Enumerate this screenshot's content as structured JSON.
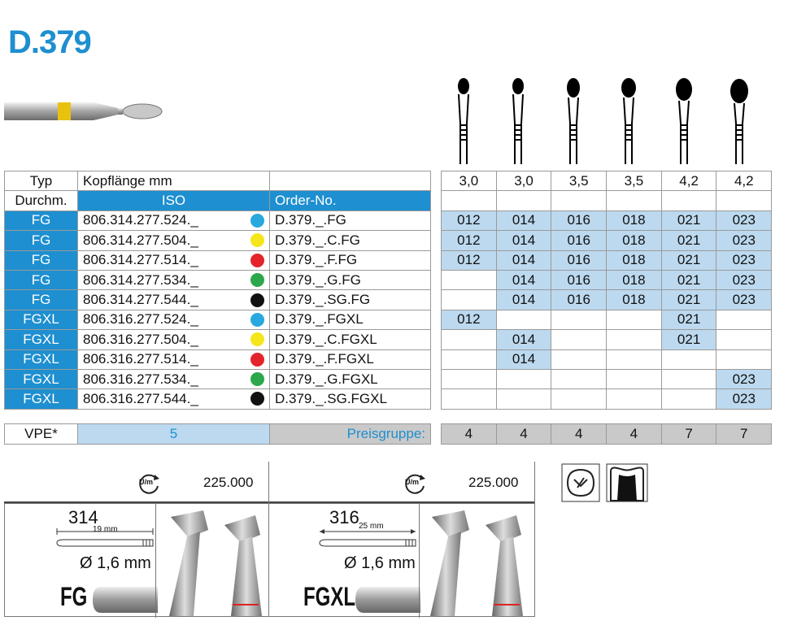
{
  "title": "D.379",
  "table": {
    "header_typ": "Typ",
    "header_kopf": "Kopflänge mm",
    "header_durchm": "Durchm.",
    "header_iso": "ISO",
    "header_order": "Order-No.",
    "kopflaenge": [
      "3,0",
      "3,0",
      "3,5",
      "3,5",
      "4,2",
      "4,2"
    ],
    "rows": [
      {
        "typ": "FG",
        "iso": "806.314.277.524._",
        "color": "#29a8e0",
        "order": "D.379._.FG",
        "sizes": [
          "012",
          "014",
          "016",
          "018",
          "021",
          "023"
        ]
      },
      {
        "typ": "FG",
        "iso": "806.314.277.504._",
        "color": "#f5e61c",
        "order": "D.379._.C.FG",
        "sizes": [
          "012",
          "014",
          "016",
          "018",
          "021",
          "023"
        ]
      },
      {
        "typ": "FG",
        "iso": "806.314.277.514._",
        "color": "#e3242b",
        "order": "D.379._.F.FG",
        "sizes": [
          "012",
          "014",
          "016",
          "018",
          "021",
          "023"
        ]
      },
      {
        "typ": "FG",
        "iso": "806.314.277.534._",
        "color": "#2ca84a",
        "order": "D.379._.G.FG",
        "sizes": [
          "",
          "014",
          "016",
          "018",
          "021",
          "023"
        ]
      },
      {
        "typ": "FG",
        "iso": "806.314.277.544._",
        "color": "#111111",
        "order": "D.379._.SG.FG",
        "sizes": [
          "",
          "014",
          "016",
          "018",
          "021",
          "023"
        ]
      },
      {
        "typ": "FGXL",
        "iso": "806.316.277.524._",
        "color": "#29a8e0",
        "order": "D.379._.FGXL",
        "sizes": [
          "012",
          "",
          "",
          "",
          "021",
          ""
        ]
      },
      {
        "typ": "FGXL",
        "iso": "806.316.277.504._",
        "color": "#f5e61c",
        "order": "D.379._.C.FGXL",
        "sizes": [
          "",
          "014",
          "",
          "",
          "021",
          ""
        ]
      },
      {
        "typ": "FGXL",
        "iso": "806.316.277.514._",
        "color": "#e3242b",
        "order": "D.379._.F.FGXL",
        "sizes": [
          "",
          "014",
          "",
          "",
          "",
          ""
        ]
      },
      {
        "typ": "FGXL",
        "iso": "806.316.277.534._",
        "color": "#2ca84a",
        "order": "D.379._.G.FGXL",
        "sizes": [
          "",
          "",
          "",
          "",
          "",
          "023"
        ]
      },
      {
        "typ": "FGXL",
        "iso": "806.316.277.544._",
        "color": "#111111",
        "order": "D.379._.SG.FGXL",
        "sizes": [
          "",
          "",
          "",
          "",
          "",
          "023"
        ]
      }
    ]
  },
  "vpe": {
    "label": "VPE*",
    "value": "5",
    "preisgruppe_label": "Preisgruppe:",
    "preisgruppen": [
      "4",
      "4",
      "4",
      "4",
      "7",
      "7"
    ]
  },
  "panels": [
    {
      "rpm_icon_label": "U/m",
      "rpm": "225.000",
      "shank_code": "314",
      "shank_length": "19 mm",
      "diameter": "Ø 1,6 mm",
      "type_label": "FG"
    },
    {
      "rpm_icon_label": "U/m",
      "rpm": "225.000",
      "shank_code": "316",
      "shank_length": "25 mm",
      "diameter": "Ø 1,6 mm",
      "type_label": "FGXL"
    }
  ],
  "icons": [
    "cavity-tooth-icon",
    "crown-preparation-icon"
  ]
}
